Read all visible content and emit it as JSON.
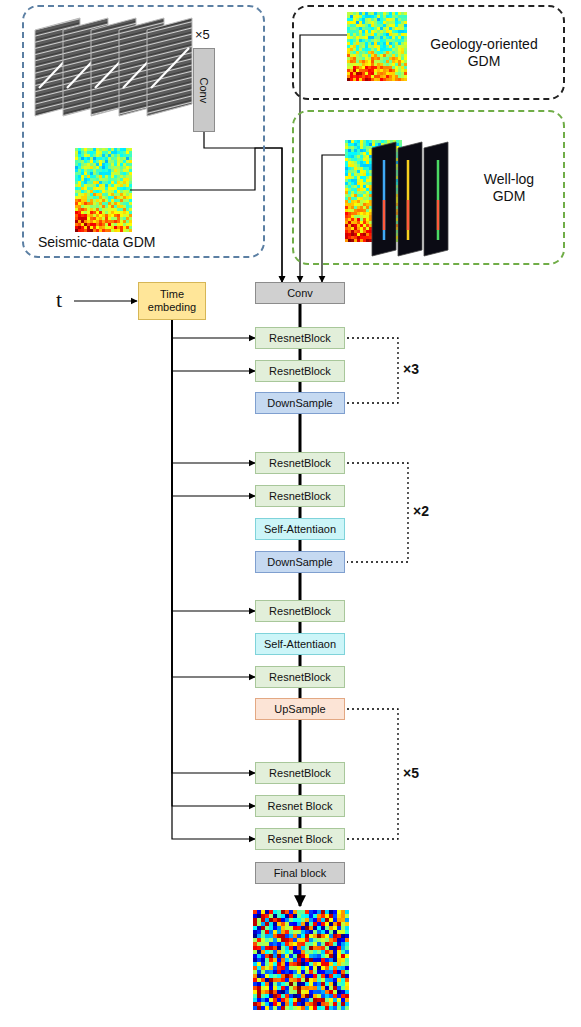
{
  "diagram": {
    "nodes": [
      {
        "text": [
          "Seismic-data GDM"
        ]
      },
      {
        "text": [
          "Conv"
        ],
        "in": 0
      },
      {
        "text": [
          "Geology-oriented GDM"
        ]
      },
      {
        "text": [
          "Well-log GDM"
        ]
      },
      {
        "text": [
          "Time embeding"
        ]
      },
      {
        "text": [
          "Conv"
        ]
      },
      {
        "text": [
          "ResnetBlock"
        ]
      },
      {
        "text": [
          "ResnetBlock"
        ]
      },
      {
        "text": [
          "DownSample"
        ]
      },
      {
        "text": [
          "ResnetBlock"
        ]
      },
      {
        "text": [
          "ResnetBlock"
        ]
      },
      {
        "text": [
          "Self-Attentiaon"
        ]
      },
      {
        "text": [
          "DownSample"
        ]
      },
      {
        "text": [
          "ResnetBlock"
        ]
      },
      {
        "text": [
          "Self-Attentiaon"
        ]
      },
      {
        "text": [
          "ResnetBlock"
        ]
      },
      {
        "text": [
          "UpSample"
        ]
      },
      {
        "text": [
          "ResnetBlock"
        ]
      },
      {
        "text": [
          "Resnet Block"
        ]
      },
      {
        "text": [
          "Resnet Block"
        ]
      },
      {
        "text": [
          "Final block"
        ]
      }
    ],
    "edges": [
      {
        "from": 1,
        "to": 5,
        "arrow": "to"
      },
      {
        "from": 0,
        "to": 5,
        "arrow": "to"
      },
      {
        "from": 2,
        "to": 5,
        "arrow": "to"
      },
      {
        "from": 3,
        "to": 5,
        "arrow": "to"
      },
      {
        "from": 5,
        "to": 6,
        "arrow": "none"
      },
      {
        "from": 6,
        "to": 7,
        "arrow": "none"
      },
      {
        "from": 7,
        "to": 8,
        "arrow": "none"
      },
      {
        "from": 8,
        "to": 9,
        "arrow": "none"
      },
      {
        "from": 9,
        "to": 10,
        "arrow": "none"
      },
      {
        "from": 10,
        "to": 11,
        "arrow": "none"
      },
      {
        "from": 11,
        "to": 12,
        "arrow": "none"
      },
      {
        "from": 12,
        "to": 13,
        "arrow": "none"
      },
      {
        "from": 13,
        "to": 14,
        "arrow": "none"
      },
      {
        "from": 14,
        "to": 15,
        "arrow": "none"
      },
      {
        "from": 15,
        "to": 16,
        "arrow": "none"
      },
      {
        "from": 16,
        "to": 17,
        "arrow": "none"
      },
      {
        "from": 17,
        "to": 18,
        "arrow": "none"
      },
      {
        "from": 18,
        "to": 19,
        "arrow": "none"
      },
      {
        "from": 19,
        "to": 20,
        "arrow": "none"
      },
      {
        "from": 4,
        "to": 6,
        "arrow": "to"
      },
      {
        "from": 4,
        "to": 7,
        "arrow": "to"
      },
      {
        "from": 4,
        "to": 9,
        "arrow": "to"
      },
      {
        "from": 4,
        "to": 10,
        "arrow": "to"
      },
      {
        "from": 4,
        "to": 13,
        "arrow": "to"
      },
      {
        "from": 4,
        "to": 15,
        "arrow": "to"
      },
      {
        "from": 4,
        "to": 17,
        "arrow": "to"
      },
      {
        "from": 4,
        "to": 18,
        "arrow": "to"
      },
      {
        "from": 4,
        "to": 19,
        "arrow": "to"
      }
    ],
    "labels": [
      "×5",
      "t",
      "×3",
      "×2",
      "×5"
    ]
  }
}
